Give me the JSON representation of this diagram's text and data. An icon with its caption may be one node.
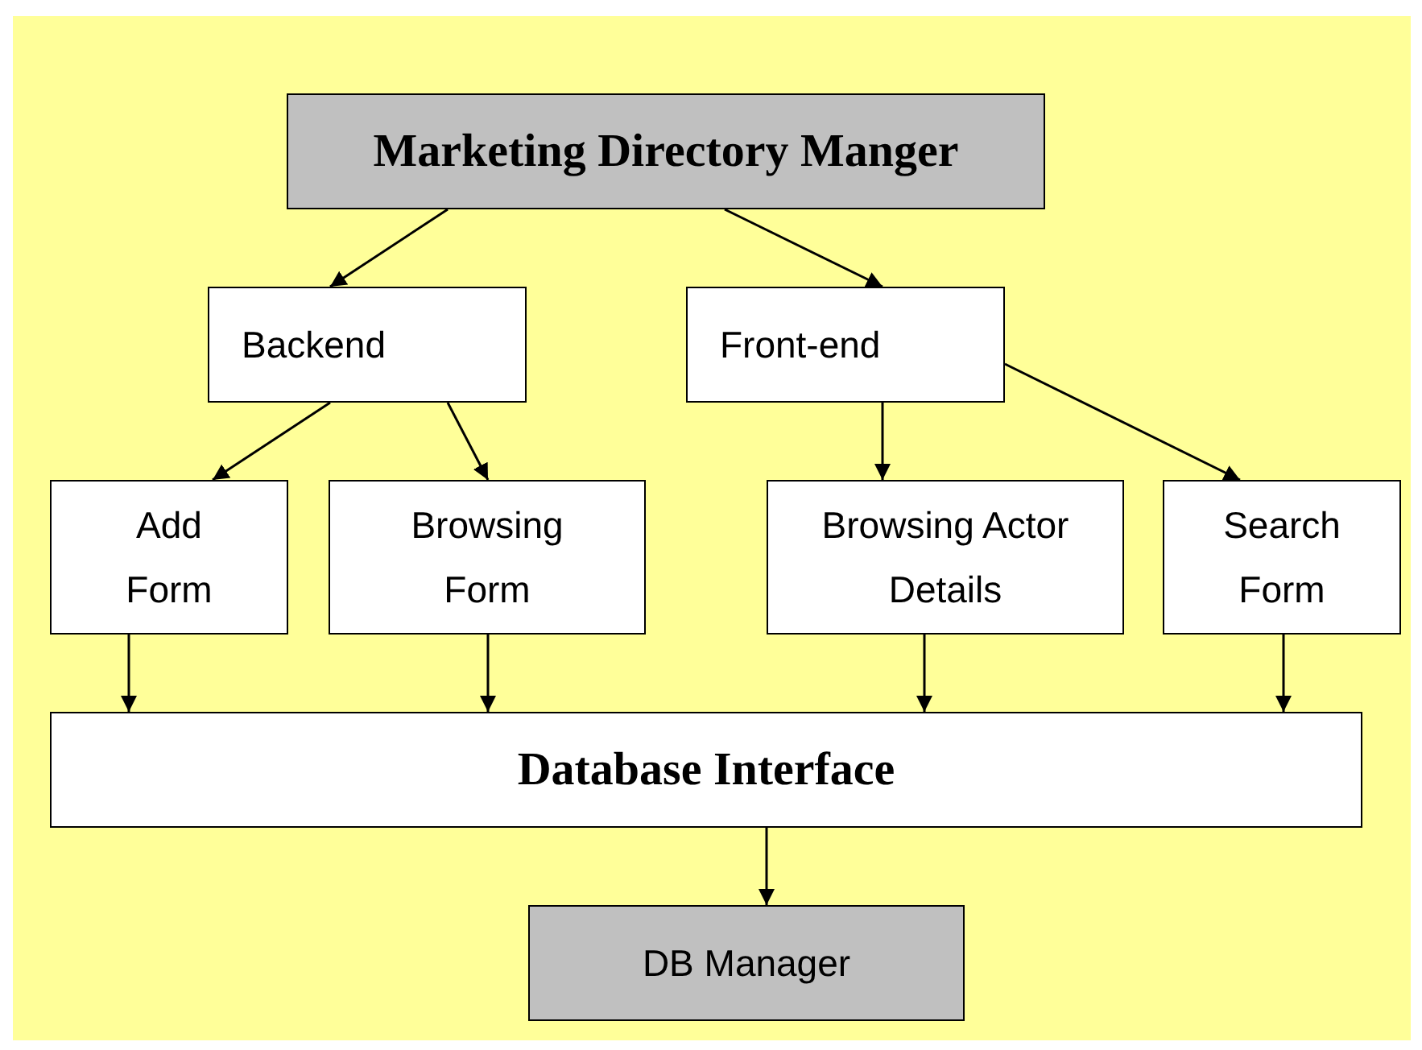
{
  "diagram": {
    "nodes": [
      {
        "text": [
          "Marketing Directory Manger"
        ]
      },
      {
        "text": [
          "Backend"
        ]
      },
      {
        "text": [
          "Front-end"
        ]
      },
      {
        "text": [
          "Add Form"
        ]
      },
      {
        "text": [
          "Browsing Form"
        ]
      },
      {
        "text": [
          "Browsing Actor Details"
        ]
      },
      {
        "text": [
          "Search Form"
        ]
      },
      {
        "text": [
          "Database Interface"
        ]
      },
      {
        "text": [
          "DB Manager"
        ]
      }
    ],
    "edges": [
      {
        "from": 0,
        "to": 1,
        "arrow": "to"
      },
      {
        "from": 0,
        "to": 2,
        "arrow": "to"
      },
      {
        "from": 1,
        "to": 3,
        "arrow": "to"
      },
      {
        "from": 1,
        "to": 4,
        "arrow": "to"
      },
      {
        "from": 2,
        "to": 5,
        "arrow": "to"
      },
      {
        "from": 2,
        "to": 6,
        "arrow": "to"
      },
      {
        "from": 3,
        "to": 7,
        "arrow": "to"
      },
      {
        "from": 4,
        "to": 7,
        "arrow": "to"
      },
      {
        "from": 5,
        "to": 7,
        "arrow": "to"
      },
      {
        "from": 6,
        "to": 7,
        "arrow": "to"
      },
      {
        "from": 7,
        "to": 8,
        "arrow": "to"
      }
    ]
  }
}
